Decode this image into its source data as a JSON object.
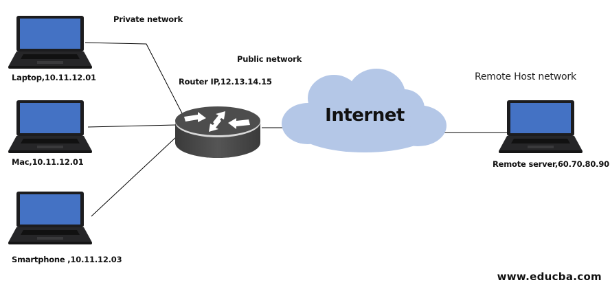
{
  "labels": {
    "private_network": "Private network",
    "public_network": "Public network",
    "router": "Router IP,12.13.14.15",
    "remote_host_network": "Remote Host network"
  },
  "devices": [
    {
      "id": "laptop",
      "label": "Laptop,10.11.12.01"
    },
    {
      "id": "mac",
      "label": "Mac,10.11.12.01"
    },
    {
      "id": "smartphone",
      "label": "Smartphone ,10.11.12.03"
    },
    {
      "id": "remote-server",
      "label": "Remote server,60.70.80.90"
    }
  ],
  "cloud": {
    "label": "Internet"
  },
  "watermark": "www.educba.com",
  "colors": {
    "screen": "#4472c4",
    "laptop_body": "#1c1c1e",
    "router": "#4a4a4a",
    "cloud": "#b4c7e7",
    "wire": "#000000"
  }
}
